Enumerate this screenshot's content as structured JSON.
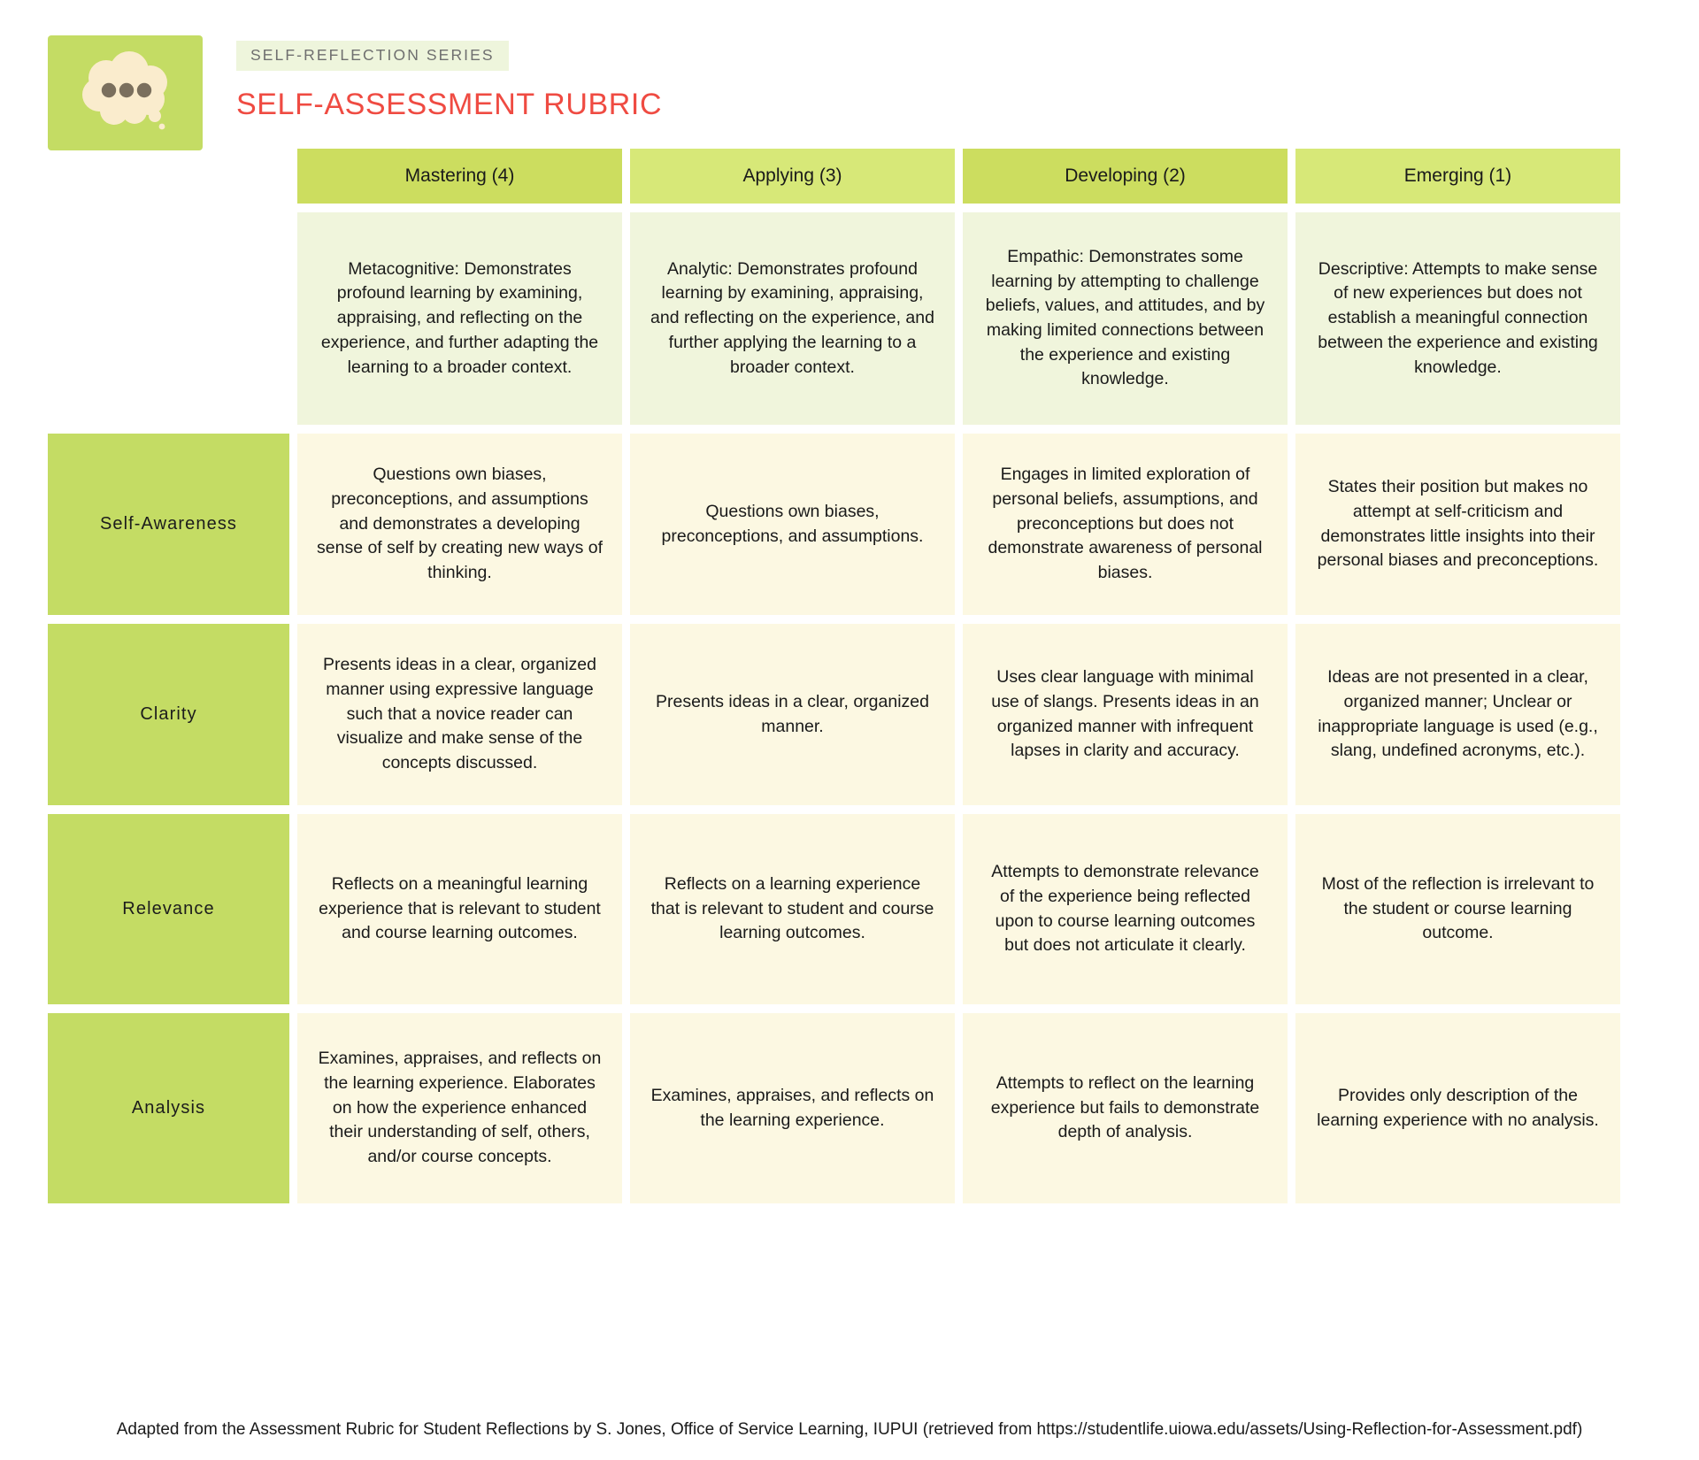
{
  "header": {
    "eyebrow": "SELF-REFLECTION SERIES",
    "title": "SELF-ASSESSMENT RUBRIC",
    "logo_icon": "thought-bubble-icon"
  },
  "colors": {
    "brand_green": "#c4dc64",
    "header_green_a": "#ccdd5f",
    "header_green_b": "#d7e878",
    "cell_green": "#f0f5dc",
    "cell_cream": "#fcf8e2",
    "title_red": "#ef4b42",
    "eyebrow_bg": "#eef5dc",
    "eyebrow_text": "#6f6f6f"
  },
  "table": {
    "columns": [
      {
        "label": "Mastering (4)",
        "shade": "a"
      },
      {
        "label": "Applying (3)",
        "shade": "b"
      },
      {
        "label": "Developing (2)",
        "shade": "a"
      },
      {
        "label": "Emerging (1)",
        "shade": "b"
      }
    ],
    "rows": [
      {
        "label": "",
        "tone": "green",
        "cells": [
          "Metacognitive: Demonstrates profound learning by examining, appraising, and reflecting on the experience, and further adapting the learning to a broader context.",
          "Analytic: Demonstrates profound learning by examining, appraising, and reflecting on the experience, and further applying the learning to a broader context.",
          "Empathic: Demonstrates some learning by attempting to challenge beliefs, values, and attitudes, and by making limited connections between the experience and existing knowledge.",
          "Descriptive: Attempts to make sense of new experiences but does not establish a meaningful connection between the experience and existing knowledge."
        ]
      },
      {
        "label": "Self-Awareness",
        "tone": "cream",
        "cells": [
          "Questions own biases, preconceptions, and assumptions and demonstrates a developing sense of self by creating new ways of thinking.",
          "Questions own biases, preconceptions, and assumptions.",
          "Engages in limited exploration of personal beliefs, assumptions, and preconceptions but does not demonstrate awareness of personal biases.",
          "States their position but makes no attempt at self-criticism and demonstrates little insights into their personal biases and preconceptions."
        ]
      },
      {
        "label": "Clarity",
        "tone": "cream",
        "cells": [
          "Presents ideas in a clear, organized manner using expressive language such that a novice reader can visualize and make sense of the concepts discussed.",
          "Presents ideas in a clear, organized manner.",
          "Uses clear language with minimal use of slangs. Presents ideas in an organized manner with infrequent lapses in clarity and accuracy.",
          "Ideas are not presented in a clear, organized manner; Unclear or inappropriate language is used (e.g., slang, undefined acronyms, etc.)."
        ]
      },
      {
        "label": "Relevance",
        "tone": "cream",
        "cells": [
          "Reflects on a meaningful learning experience that is relevant to student and course learning outcomes.",
          "Reflects on a learning experience that is relevant to student and course learning outcomes.",
          "Attempts to demonstrate relevance of the experience being reflected upon to course learning outcomes but does not articulate it clearly.",
          "Most of the reflection is irrelevant to the student or course learning outcome."
        ]
      },
      {
        "label": "Analysis",
        "tone": "cream",
        "cells": [
          "Examines, appraises, and reflects on the learning experience. Elaborates on how the experience enhanced their understanding of self, others, and/or course concepts.",
          "Examines, appraises, and reflects on the learning experience.",
          "Attempts to reflect on the learning experience but fails to demonstrate depth of analysis.",
          "Provides only description of the learning experience with no analysis."
        ]
      }
    ]
  },
  "footer": {
    "text": "Adapted from the Assessment Rubric for Student Reflections by S. Jones, Office of Service Learning, IUPUI (retrieved from https://studentlife.uiowa.edu/assets/Using-Reflection-for-Assessment.pdf)"
  }
}
